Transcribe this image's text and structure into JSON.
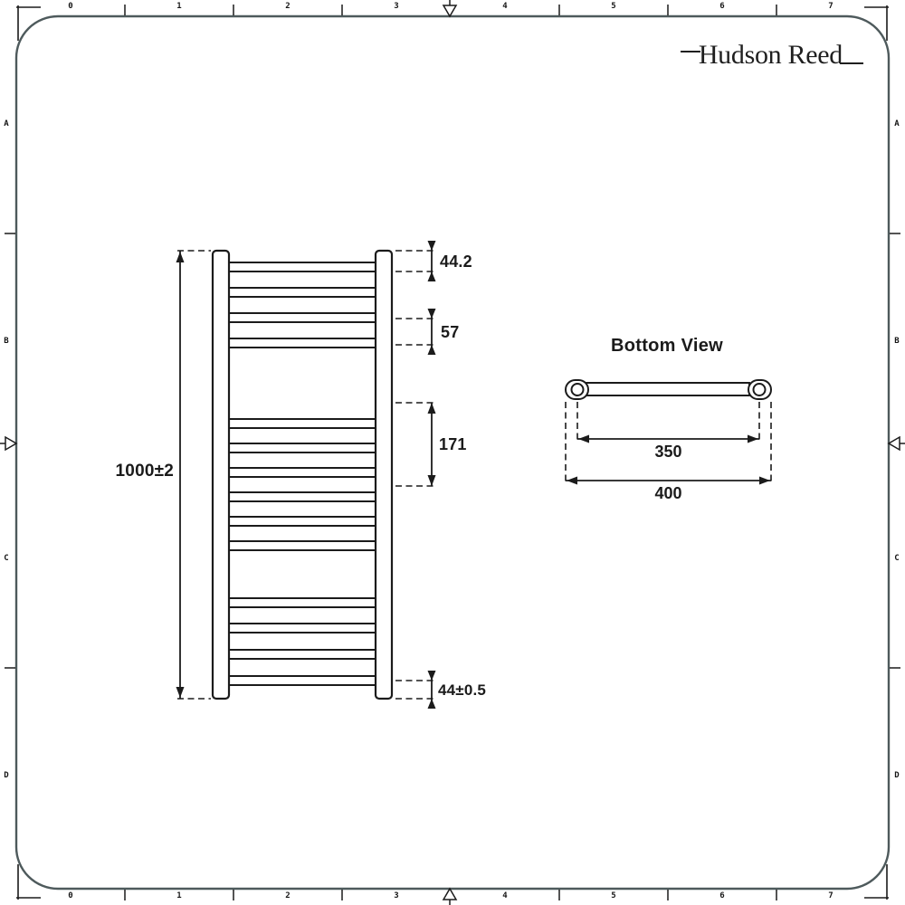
{
  "brand": {
    "logo_text": "Hudson Reed"
  },
  "ruler": {
    "horizontal_numbers": [
      "0",
      "1",
      "2",
      "3",
      "4",
      "5",
      "6",
      "7"
    ],
    "vertical_letters": [
      "A",
      "B",
      "C",
      "D"
    ]
  },
  "front_view": {
    "overall_height": "1000±2",
    "top_offset": "44.2",
    "bar_pitch": "57",
    "mid_gap": "171",
    "bottom_offset": "44±0.5"
  },
  "bottom_view": {
    "title": "Bottom View",
    "bracket_centres": "350",
    "overall_width": "400"
  },
  "colors": {
    "line": "#1b1b1b",
    "frame": "#4e5a5c",
    "background": "#ffffff"
  }
}
